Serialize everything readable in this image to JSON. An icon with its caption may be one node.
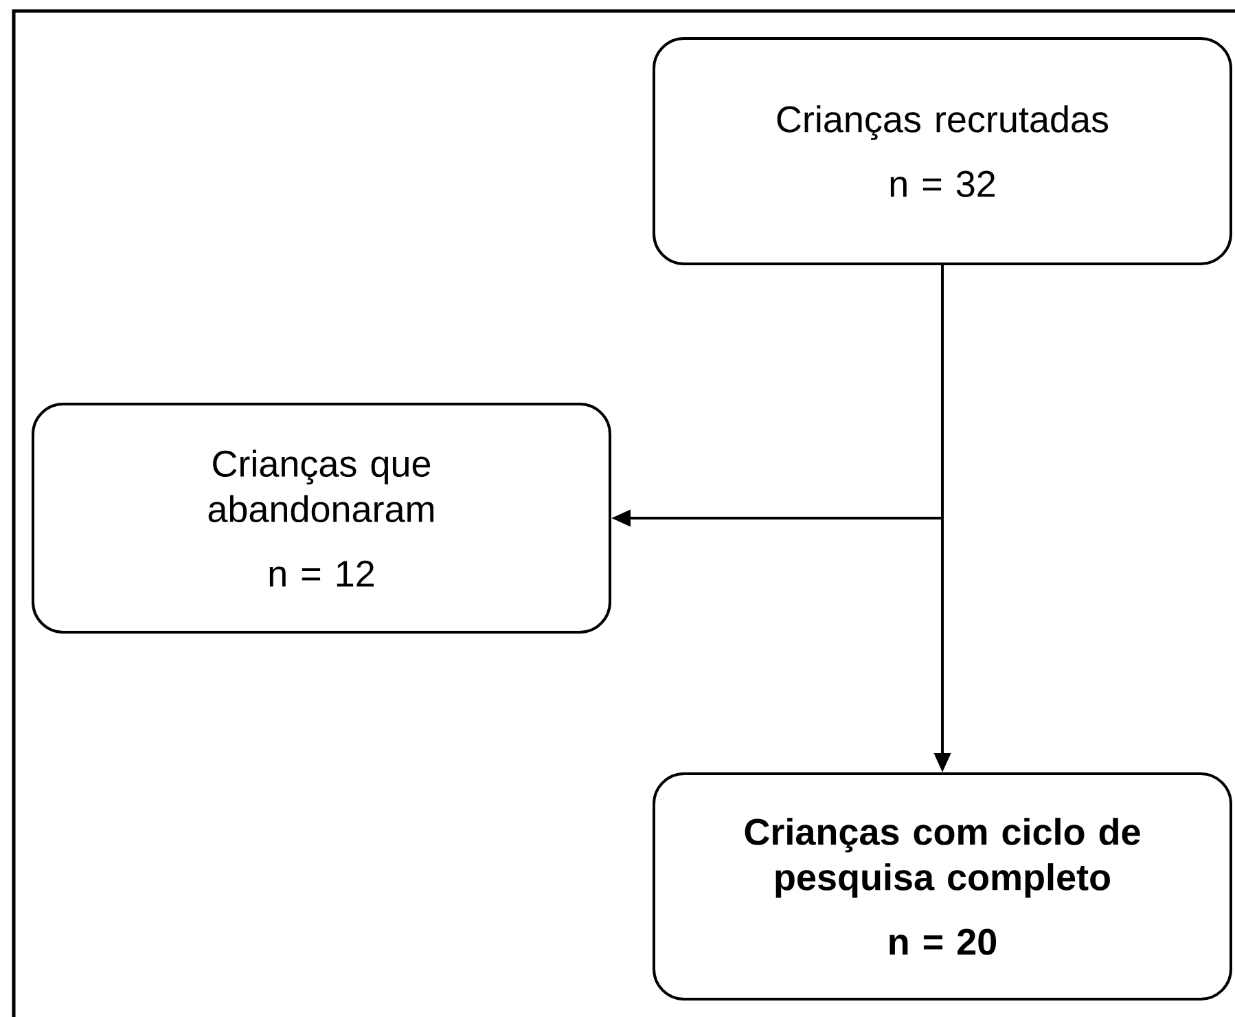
{
  "diagram": {
    "nodes": [
      {
        "text": [
          "Crianças recrutadas",
          "n = 32"
        ]
      },
      {
        "text": [
          "Crianças que abandonaram",
          "n = 12"
        ]
      },
      {
        "text": [
          "Crianças com ciclo de pesquisa completo",
          "n = 20"
        ]
      }
    ],
    "edges": [
      {
        "from": 0,
        "to": 2,
        "arrow": "to"
      },
      {
        "from": 0,
        "to": 1,
        "arrow": "to"
      }
    ]
  }
}
